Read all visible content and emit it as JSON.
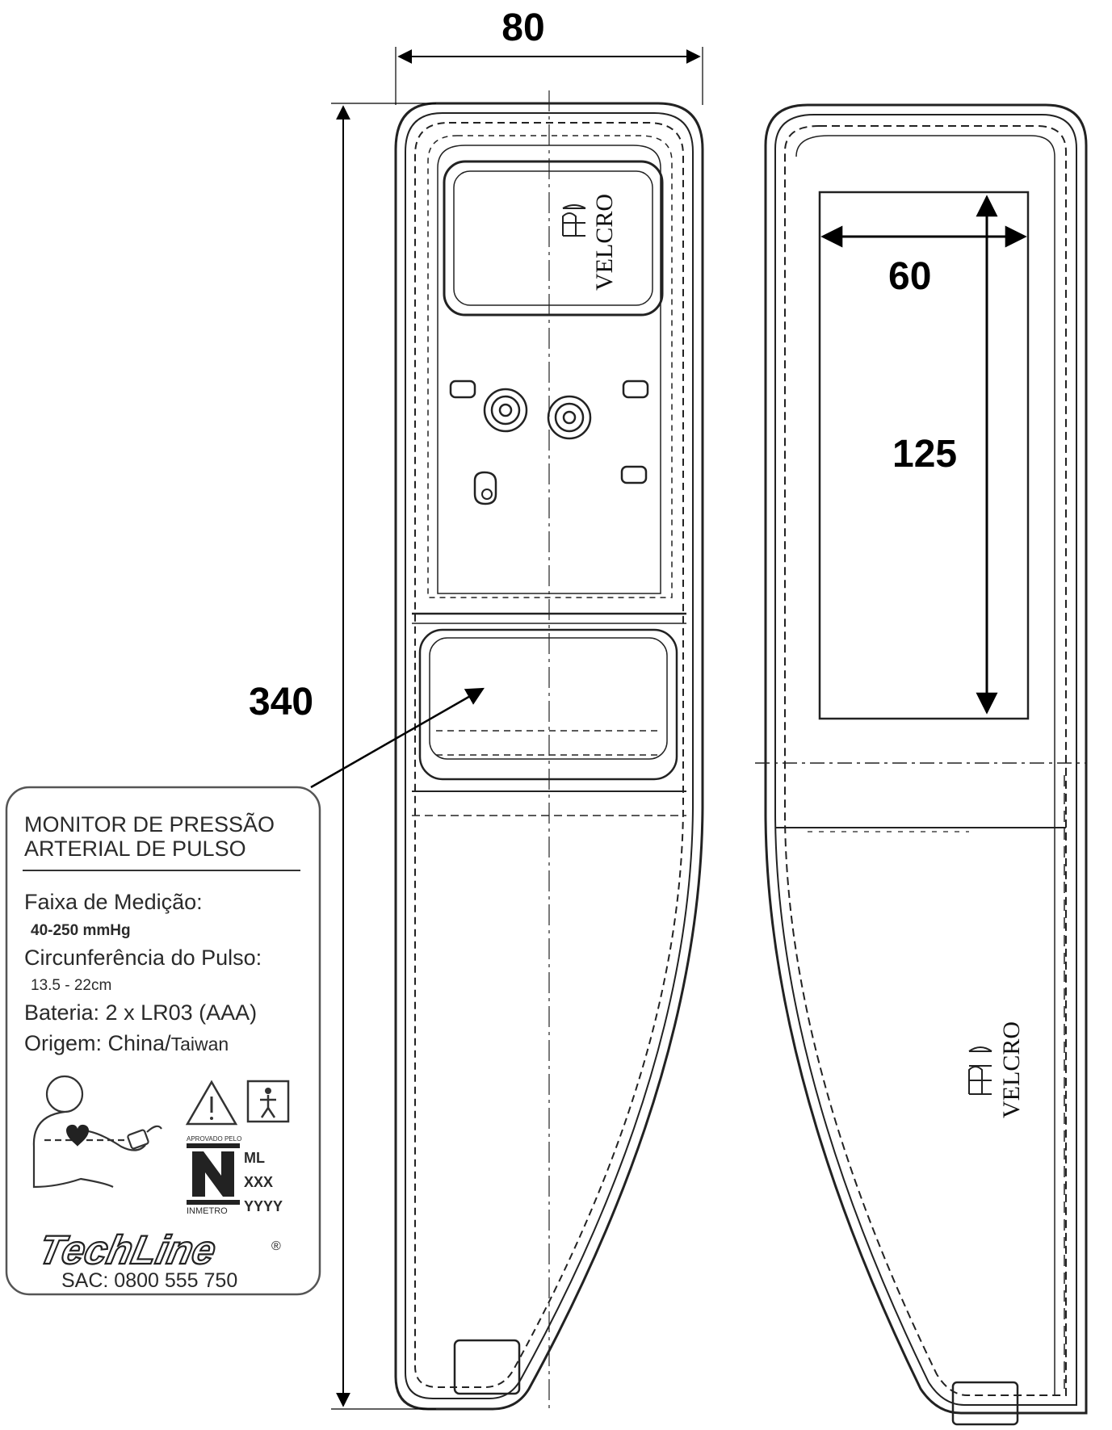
{
  "dimensions": {
    "width": "80",
    "height": "340",
    "pocket_width": "60",
    "pocket_height": "125"
  },
  "front_view": {
    "velcro_text": "VELCRO"
  },
  "back_view": {
    "velcro_text": "VELCRO"
  },
  "label": {
    "title_line1": "MONITOR DE PRESSÃO",
    "title_line2": "ARTERIAL DE PULSO",
    "range_label": "Faixa de Medição:",
    "range_value": "40-250 mmHg",
    "circumference_label": "Circunferência do Pulso:",
    "circumference_value": "13.5 - 22cm",
    "battery": "Bateria: 2 x LR03 (AAA)",
    "origin_prefix": "Origem: China/",
    "origin_suffix": "Taiwan",
    "cert_top": "APROVADO PELO",
    "cert_bottom": "INMETRO",
    "code_ml": "ML",
    "code_xxx": "XXX",
    "code_yyyy": "YYYY",
    "brand": "TechLine",
    "registered": "®",
    "sac": "SAC: 0800 555 750"
  },
  "icons": [
    "warning-triangle-icon",
    "type-b-applied-part-icon",
    "wrist-monitor-person-icon",
    "inmetro-seal-icon"
  ]
}
